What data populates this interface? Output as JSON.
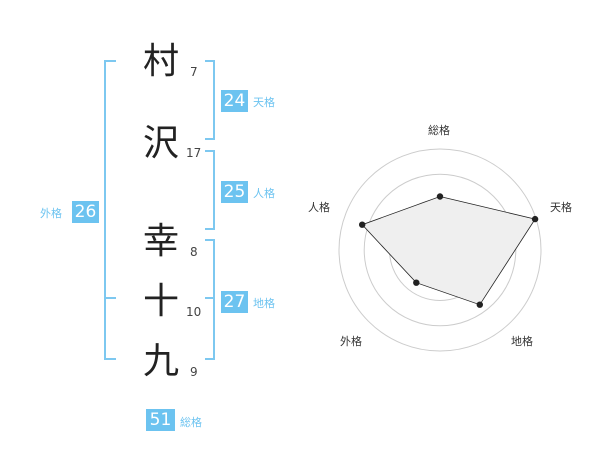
{
  "name": {
    "chars": [
      {
        "char": "村",
        "strokes": "7"
      },
      {
        "char": "沢",
        "strokes": "17"
      },
      {
        "char": "幸",
        "strokes": "8"
      },
      {
        "char": "十",
        "strokes": "10"
      },
      {
        "char": "九",
        "strokes": "9"
      }
    ]
  },
  "fortunes": {
    "tenkaku": {
      "value": "24",
      "label": "天格"
    },
    "jinkaku": {
      "value": "25",
      "label": "人格"
    },
    "chikaku": {
      "value": "27",
      "label": "地格"
    },
    "gaikaku": {
      "value": "26",
      "label": "外格"
    },
    "soukaku": {
      "value": "51",
      "label": "総格"
    }
  },
  "radar": {
    "labels": {
      "soukaku": "総格",
      "tenkaku": "天格",
      "chikaku": "地格",
      "gaikaku": "外格",
      "jinkaku": "人格"
    },
    "levels": 4,
    "values": {
      "soukaku": 0.53,
      "tenkaku": 0.99,
      "chikaku": 0.67,
      "gaikaku": 0.4,
      "jinkaku": 0.81
    },
    "fill_color": "#efefef",
    "line_color": "#222222",
    "grid_color": "#cccccc"
  },
  "accent_color": "#6cc3f0"
}
